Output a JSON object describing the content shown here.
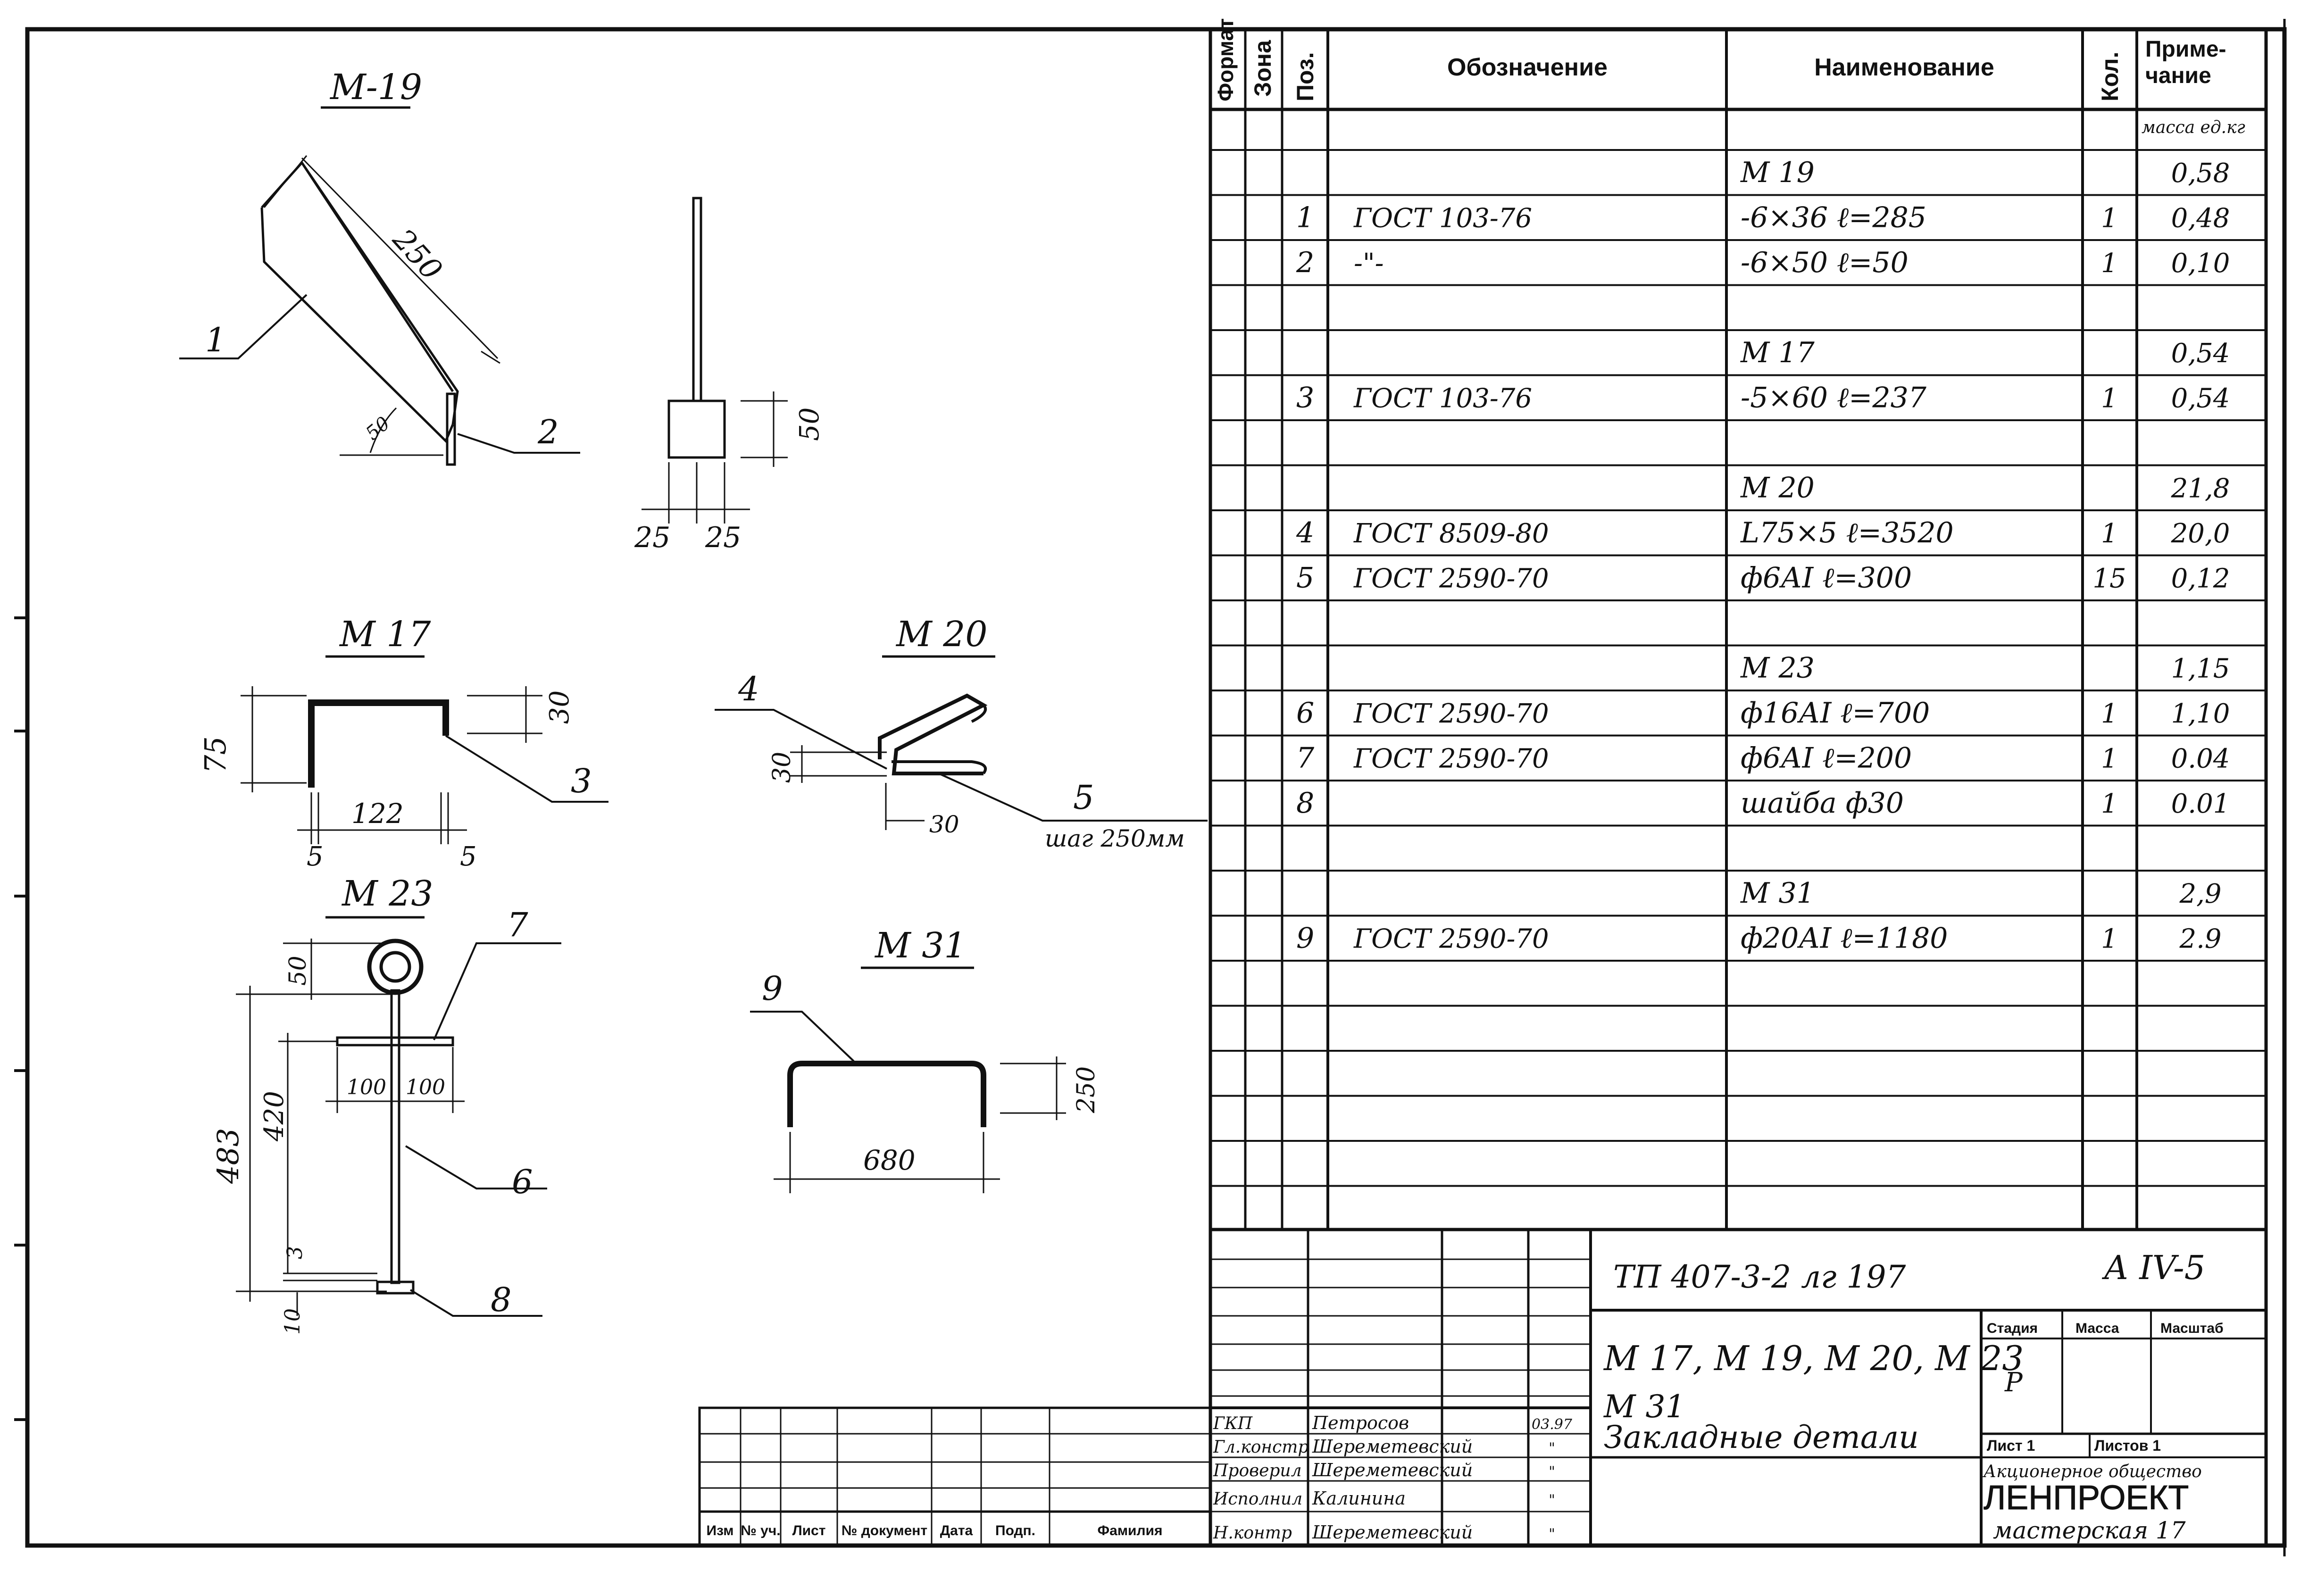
{
  "spec": {
    "headers": {
      "format": "Формат",
      "zone": "Зона",
      "pos": "Поз.",
      "designation": "Обозначение",
      "name": "Наименование",
      "qty": "Кол.",
      "note": "Приме-\nчание",
      "mass_unit": "масса ед.кг"
    },
    "rows": [
      {
        "pos": "",
        "designation": "",
        "name": "М 19",
        "qty": "",
        "note": "0,58"
      },
      {
        "pos": "1",
        "designation": "ГОСТ 103-76",
        "name": "-6×36 ℓ=285",
        "qty": "1",
        "note": "0,48"
      },
      {
        "pos": "2",
        "designation": "-\"-",
        "name": "-6×50 ℓ=50",
        "qty": "1",
        "note": "0,10"
      },
      {
        "pos": "",
        "designation": "",
        "name": "",
        "qty": "",
        "note": ""
      },
      {
        "pos": "",
        "designation": "",
        "name": "М 17",
        "qty": "",
        "note": "0,54"
      },
      {
        "pos": "3",
        "designation": "ГОСТ 103-76",
        "name": "-5×60 ℓ=237",
        "qty": "1",
        "note": "0,54"
      },
      {
        "pos": "",
        "designation": "",
        "name": "",
        "qty": "",
        "note": ""
      },
      {
        "pos": "",
        "designation": "",
        "name": "М 20",
        "qty": "",
        "note": "21,8"
      },
      {
        "pos": "4",
        "designation": "ГОСТ 8509-80",
        "name": "L75×5 ℓ=3520",
        "qty": "1",
        "note": "20,0"
      },
      {
        "pos": "5",
        "designation": "ГОСТ 2590-70",
        "name": "ф6АI ℓ=300",
        "qty": "15",
        "note": "0,12"
      },
      {
        "pos": "",
        "designation": "",
        "name": "",
        "qty": "",
        "note": ""
      },
      {
        "pos": "",
        "designation": "",
        "name": "М 23",
        "qty": "",
        "note": "1,15"
      },
      {
        "pos": "6",
        "designation": "ГОСТ 2590-70",
        "name": "ф16АI ℓ=700",
        "qty": "1",
        "note": "1,10"
      },
      {
        "pos": "7",
        "designation": "ГОСТ 2590-70",
        "name": "ф6АI ℓ=200",
        "qty": "1",
        "note": "0.04"
      },
      {
        "pos": "8",
        "designation": "",
        "name": "шайба ф30",
        "qty": "1",
        "note": "0.01"
      },
      {
        "pos": "",
        "designation": "",
        "name": "",
        "qty": "",
        "note": ""
      },
      {
        "pos": "",
        "designation": "",
        "name": "М 31",
        "qty": "",
        "note": "2,9"
      },
      {
        "pos": "9",
        "designation": "ГОСТ 2590-70",
        "name": "ф20АI ℓ=1180",
        "qty": "1",
        "note": "2.9"
      }
    ]
  },
  "title_block": {
    "doc_number": "ТП 407-3-2 лг 197",
    "sheet_code": "А IV-5",
    "title_line1": "М 17, М 19, М 20, М 23",
    "title_line2": "М 31",
    "title_line3": "Закладные детали",
    "stage_label": "Стадия",
    "mass_label": "Масса",
    "scale_label": "Масштаб",
    "stage_value": "Р",
    "sheet_label": "Лист 1",
    "sheets_label": "Листов 1",
    "org_line1": "Акционерное общество",
    "org_line2": "ЛЕНПРОЕКТ",
    "org_line3": "мастерская 17",
    "roles": [
      {
        "role": "ГКП",
        "name": "Петросов",
        "date": "03.97"
      },
      {
        "role": "Гл.констр",
        "name": "Шереметевский",
        "date": "\""
      },
      {
        "role": "Проверил",
        "name": "Шереметевский",
        "date": "\""
      },
      {
        "role": "Исполнил",
        "name": "Калинина",
        "date": "\""
      },
      {
        "role": "Н.контр",
        "name": "Шереметевский",
        "date": "\""
      }
    ],
    "rev_headers": [
      "Изм",
      "№ уч.",
      "Лист",
      "№ документ",
      "Дата",
      "Подп.",
      "Фамилия"
    ]
  },
  "drawings": {
    "m19": {
      "title": "М-19",
      "dim_len": "250",
      "dim_angle": "50",
      "dim_h": "50",
      "dim_w1": "25",
      "dim_w2": "25",
      "pos1": "1",
      "pos2": "2"
    },
    "m17": {
      "title": "М 17",
      "dim_h": "75",
      "dim_w": "122",
      "dim_t1": "5",
      "dim_t2": "5",
      "dim_r": "30",
      "pos3": "3"
    },
    "m20": {
      "title": "М 20",
      "dim_h": "30",
      "dim_w": "30",
      "pos4": "4",
      "pos5": "5",
      "step": "шаг 250мм"
    },
    "m23": {
      "title": "М 23",
      "dim_top": "50",
      "dim_total": "483",
      "dim_mid": "420",
      "dim_a": "100",
      "dim_b": "100",
      "dim_3": "3",
      "dim_10": "10",
      "pos6": "6",
      "pos7": "7",
      "pos8": "8"
    },
    "m31": {
      "title": "М 31",
      "dim_h": "250",
      "dim_w": "680",
      "pos9": "9"
    }
  }
}
